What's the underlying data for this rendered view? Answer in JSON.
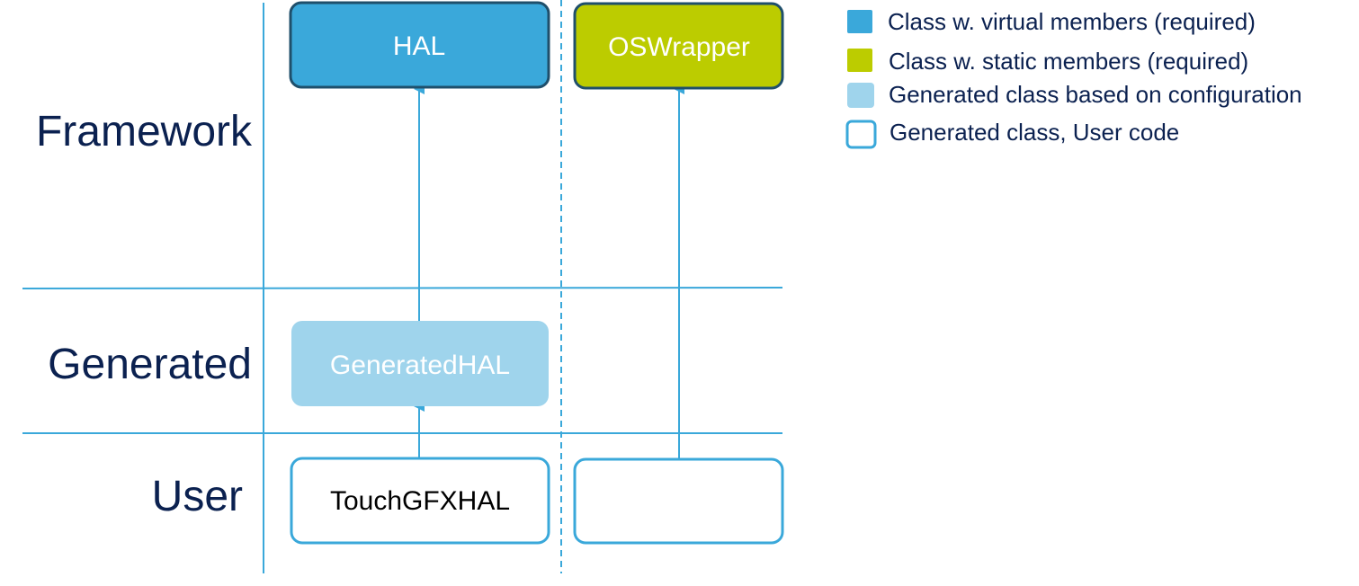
{
  "layers": {
    "framework": "Framework",
    "generated": "Generated",
    "user": "User"
  },
  "boxes": {
    "hal": "HAL",
    "oswrapper": "OSWrapper",
    "generated_hal": "GeneratedHAL",
    "touchgfx_hal": "TouchGFXHAL",
    "user_os": ""
  },
  "legend": {
    "virtual": "Class w. virtual members (required)",
    "static": "Class w. static members (required)",
    "generated": "Generated class based on configuration",
    "user_code": "Generated class, User code"
  },
  "colors": {
    "virtual": "#3aa8da",
    "static": "#bccc00",
    "generated": "#9fd4ec",
    "user_border": "#3aa8da",
    "line": "#3aa8da",
    "dark_border": "#1f4f6b",
    "label": "#0b2150"
  }
}
